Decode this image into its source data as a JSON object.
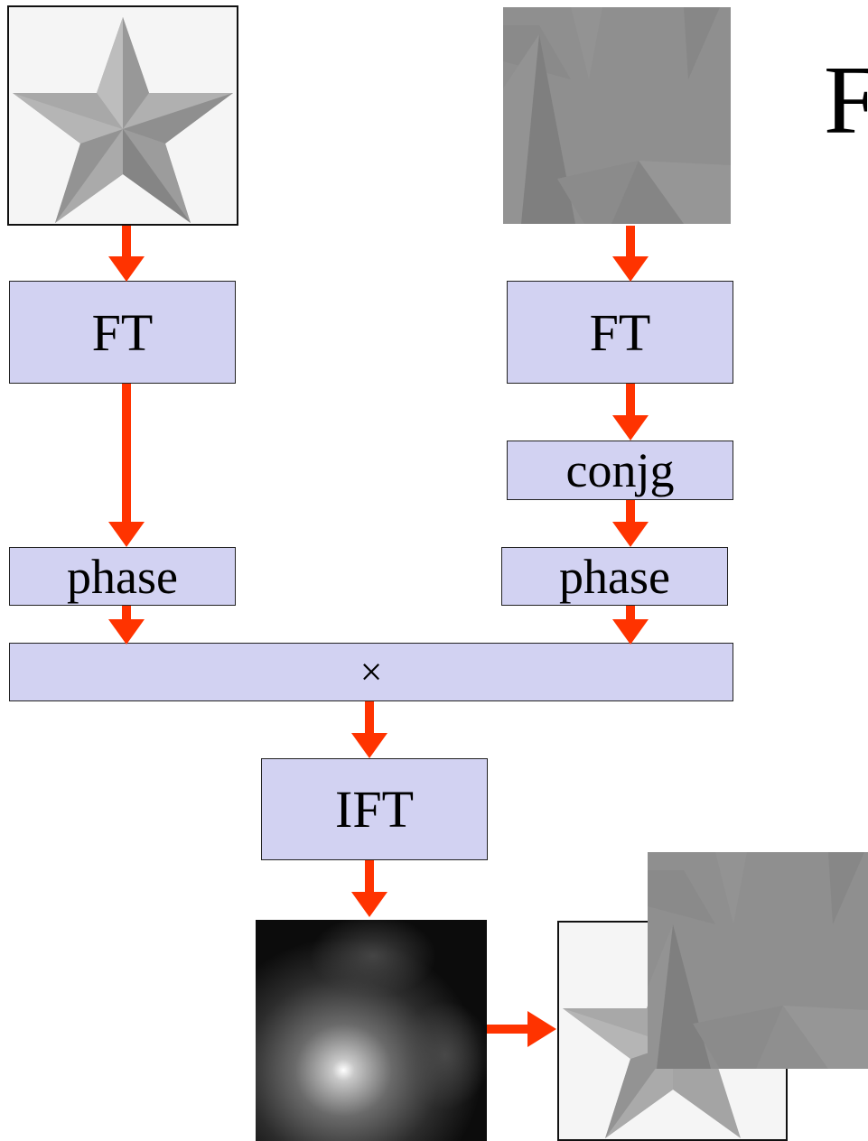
{
  "title_fragment": "F",
  "operations": {
    "ft_left": "FT",
    "ft_right": "FT",
    "conjugate": "conjg",
    "phase_left": "phase",
    "phase_right": "phase",
    "multiply": "×",
    "inverse_ft": "IFT"
  },
  "colors": {
    "box_fill": "#d2d2f2",
    "arrow": "#ff3300",
    "star_gray": "#a0a0a0",
    "shifted_gray": "#8e8e8e"
  }
}
